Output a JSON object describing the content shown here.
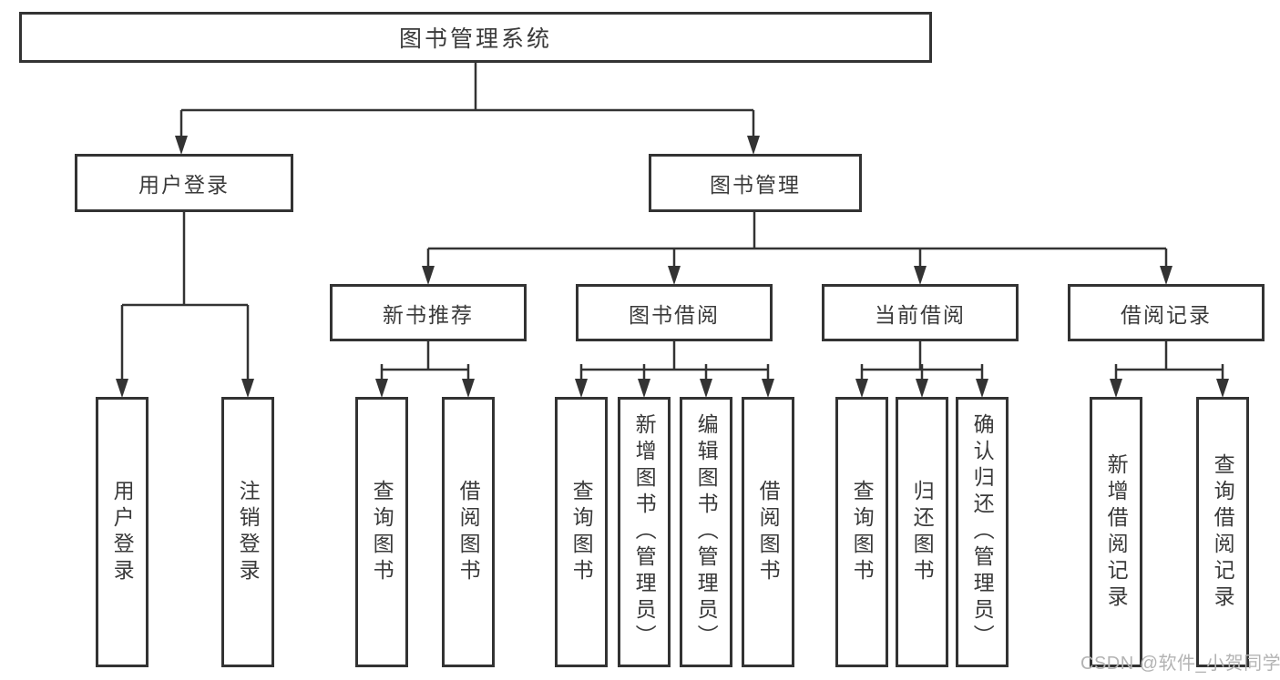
{
  "title": "图书管理系统",
  "tree": {
    "root": "图书管理系统",
    "branches": [
      {
        "label": "用户登录",
        "children": [
          "用户登录",
          "注销登录"
        ]
      },
      {
        "label": "图书管理",
        "sections": [
          {
            "label": "新书推荐",
            "children": [
              "查询图书",
              "借阅图书"
            ]
          },
          {
            "label": "图书借阅",
            "children": [
              "查询图书",
              "新增图书（管理员）",
              "编辑图书（管理员）",
              "借阅图书"
            ]
          },
          {
            "label": "当前借阅",
            "children": [
              "查询图书",
              "归还图书",
              "确认归还（管理员）"
            ]
          },
          {
            "label": "借阅记录",
            "children": [
              "新增借阅记录",
              "查询借阅记录"
            ]
          }
        ]
      }
    ]
  },
  "watermark": "CSDN @软件_小贺同学",
  "colors": {
    "line": "#333333",
    "text": "#3a3a3a",
    "watermark": "#b3b3b3",
    "background": "#ffffff"
  }
}
